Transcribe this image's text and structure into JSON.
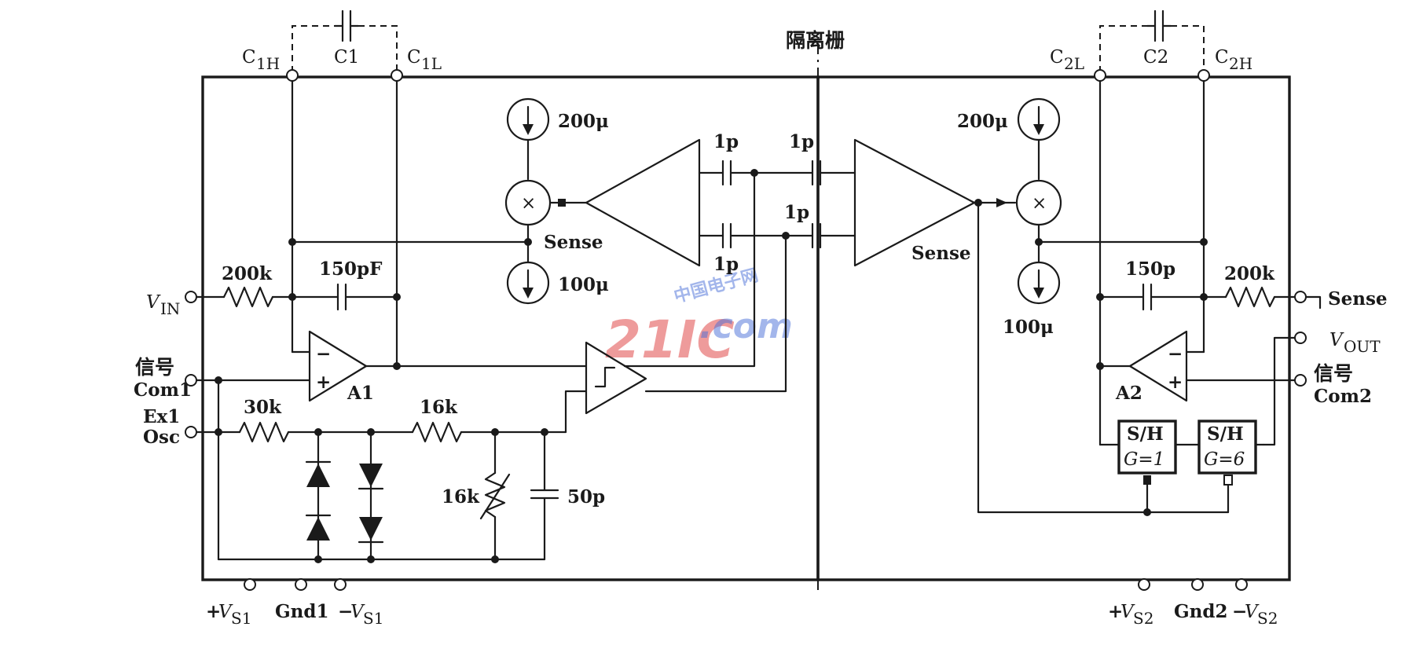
{
  "barrier_label": "隔离栅",
  "capacitors": {
    "c1": "C1",
    "c2": "C2",
    "c1h_main": "C",
    "c1h_sub": "1H",
    "c1l_main": "C",
    "c1l_sub": "1L",
    "c2l_main": "C",
    "c2l_sub": "2L",
    "c2h_main": "C",
    "c2h_sub": "2H",
    "cap_150pF": "150pF",
    "cap_150p": "150p",
    "cap_50p": "50p",
    "coupling": [
      "1p",
      "1p",
      "1p",
      "1p"
    ]
  },
  "current_sources": {
    "left_top": "200μ",
    "left_bottom": "100μ",
    "right_top": "200μ",
    "right_bottom": "100μ"
  },
  "multiplier_symbol": "×",
  "sense_labels": {
    "left": "Sense",
    "right": "Sense",
    "out_pin": "Sense"
  },
  "resistors": {
    "r_in": "200k",
    "r_out": "200k",
    "r_30k": "30k",
    "r_16k_a": "16k",
    "r_16k_b": "16k"
  },
  "amplifiers": {
    "a1": "A1",
    "a2": "A2",
    "minus": "−",
    "plus": "+"
  },
  "sample_hold": {
    "sh1_top": "S/H",
    "sh1_bottom": "G=1",
    "sh2_top": "S/H",
    "sh2_bottom": "G=6"
  },
  "pins": {
    "vin_main": "V",
    "vin_sub": "IN",
    "signal_left_cn": "信号",
    "signal_left_en": "Com1",
    "ext_osc_top": "Ex1",
    "ext_osc_bottom": "Osc",
    "vout_main": "V",
    "vout_sub": "OUT",
    "signal_right_cn": "信号",
    "signal_right_en": "Com2",
    "vs1_pos_prefix": "+",
    "vs1_pos_main": "V",
    "vs1_pos_sub": "S1",
    "gnd1": "Gnd1",
    "vs1_neg_prefix": "−",
    "vs1_neg_main": "V",
    "vs1_neg_sub": "S1",
    "vs2_pos_prefix": "+",
    "vs2_pos_main": "V",
    "vs2_pos_sub": "S2",
    "gnd2": "Gnd2",
    "vs2_neg_prefix": "−",
    "vs2_neg_main": "V",
    "vs2_neg_sub": "S2"
  },
  "watermark": {
    "brand": "21IC",
    "domain": ".com",
    "cn": "中国电子网",
    "color_red": "#e14a4a",
    "color_blue": "#4a6fd8"
  }
}
